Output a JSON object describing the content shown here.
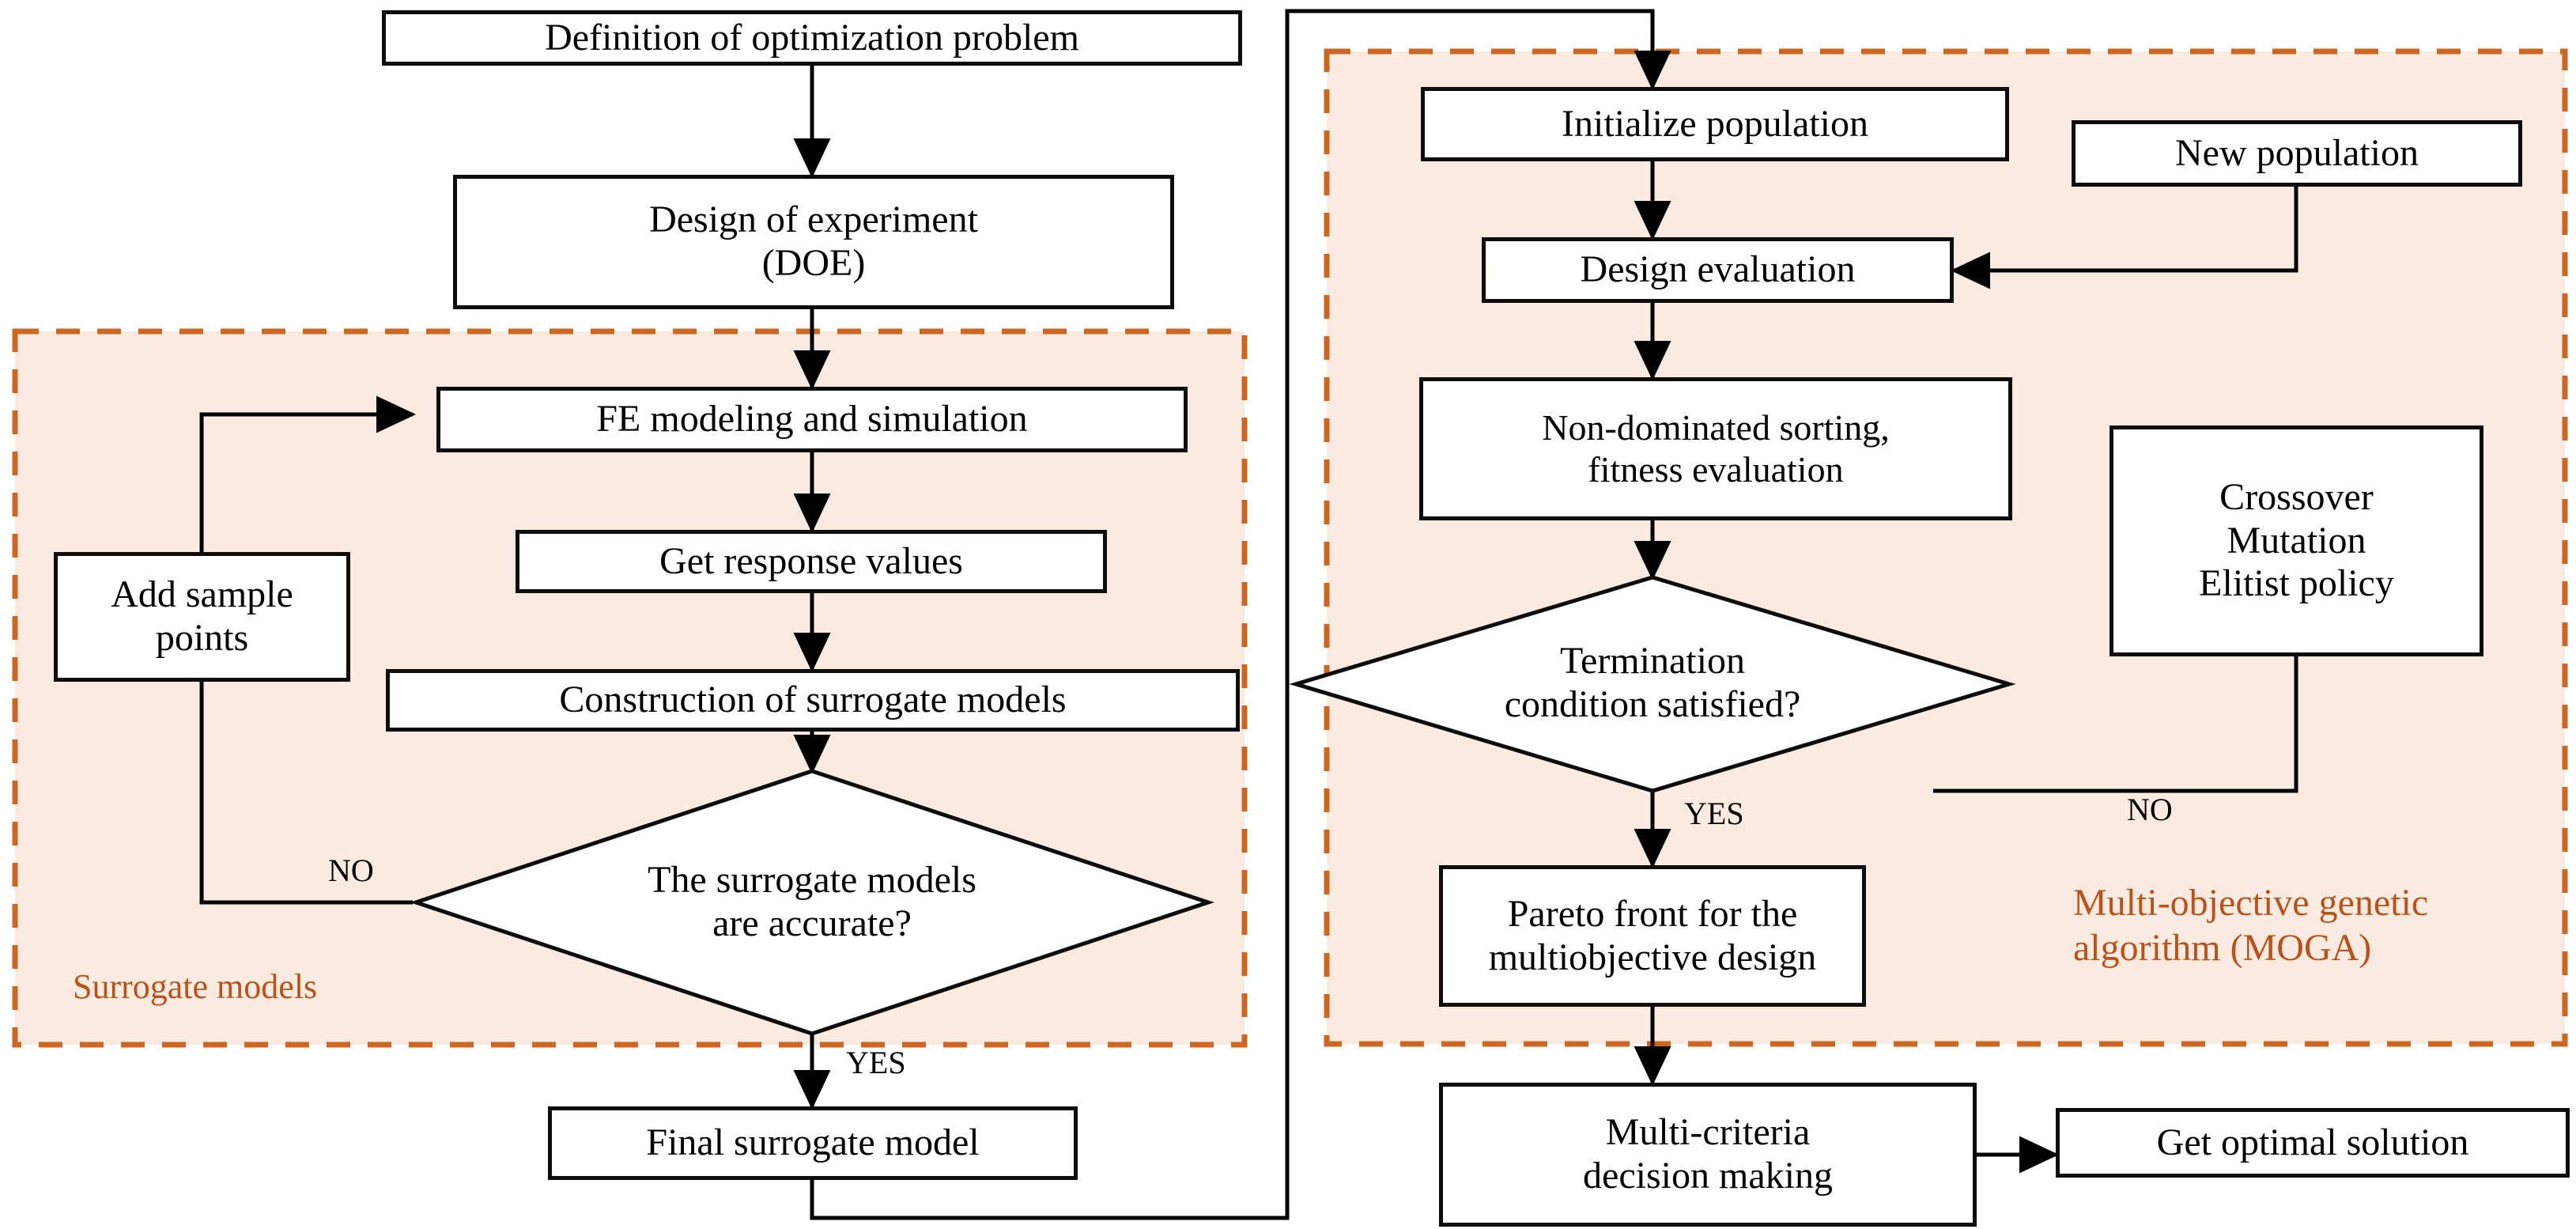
{
  "diagram": {
    "title": "Surrogate-model based multi-objective optimization flowchart",
    "type": "flowchart",
    "colors": {
      "group_border": "#CC6622",
      "group_fill": "#FBEAE0",
      "group_label_text": "#B8531C",
      "node_border": "#0D0D0D",
      "node_fill": "#FFFFFF",
      "connector": "#000000",
      "page_background": "#FFFFFF"
    }
  },
  "groups": [
    {
      "id": "surrogate",
      "label": "Surrogate models"
    },
    {
      "id": "moga",
      "label": "Multi-objective genetic\nalgorithm (MOGA)",
      "label_line1": "Multi-objective genetic",
      "label_line2": "algorithm (MOGA)"
    }
  ],
  "nodes": {
    "definition": {
      "label": "Definition of optimization problem",
      "shape": "rect"
    },
    "doe": {
      "label": "Design of experiment\n(DOE)",
      "line1": "Design of experiment",
      "line2": "(DOE)",
      "shape": "rect"
    },
    "fe": {
      "label": "FE modeling and simulation",
      "shape": "rect"
    },
    "response": {
      "label": "Get response values",
      "shape": "rect"
    },
    "construction": {
      "label": "Construction of surrogate models",
      "shape": "rect"
    },
    "addsample": {
      "label": "Add sample\npoints",
      "line1": "Add sample",
      "line2": "points",
      "shape": "rect"
    },
    "accurate": {
      "label": "The surrogate models\nare accurate?",
      "line1": "The surrogate models",
      "line2": "are accurate?",
      "shape": "diamond"
    },
    "finalmodel": {
      "label": "Final surrogate model",
      "shape": "rect"
    },
    "initpop": {
      "label": "Initialize population",
      "shape": "rect"
    },
    "designeval": {
      "label": "Design evaluation",
      "shape": "rect"
    },
    "nondom": {
      "label": "Non-dominated sorting,\nfitness evaluation",
      "line1": "Non-dominated sorting,",
      "line2": "fitness evaluation",
      "shape": "rect"
    },
    "newpop": {
      "label": "New population",
      "shape": "rect"
    },
    "crossover": {
      "label": "Crossover\nMutation\nElitist policy",
      "line1": "Crossover",
      "line2": "Mutation",
      "line3": "Elitist policy",
      "shape": "rect"
    },
    "termination": {
      "label": "Termination\ncondition satisfied?",
      "line1": "Termination",
      "line2": "condition satisfied?",
      "shape": "diamond"
    },
    "pareto": {
      "label": "Pareto front for the\nmultiobjective design",
      "line1": "Pareto front for the",
      "line2": "multiobjective design",
      "shape": "rect"
    },
    "mcdm": {
      "label": "Multi-criteria\ndecision making",
      "line1": "Multi-criteria",
      "line2": "decision making",
      "shape": "rect"
    },
    "optimal": {
      "label": "Get optimal solution",
      "shape": "rect"
    }
  },
  "edge_labels": {
    "accurate_no": "NO",
    "accurate_yes": "YES",
    "termination_no": "NO",
    "termination_yes": "YES"
  },
  "edges": [
    {
      "from": "definition",
      "to": "doe",
      "label": ""
    },
    {
      "from": "doe",
      "to": "fe",
      "label": ""
    },
    {
      "from": "fe",
      "to": "response",
      "label": ""
    },
    {
      "from": "response",
      "to": "construction",
      "label": ""
    },
    {
      "from": "construction",
      "to": "accurate",
      "label": ""
    },
    {
      "from": "accurate",
      "to": "addsample",
      "label": "NO"
    },
    {
      "from": "addsample",
      "to": "fe",
      "label": ""
    },
    {
      "from": "accurate",
      "to": "finalmodel",
      "label": "YES"
    },
    {
      "from": "finalmodel",
      "to": "initpop",
      "label": ""
    },
    {
      "from": "initpop",
      "to": "designeval",
      "label": ""
    },
    {
      "from": "designeval",
      "to": "nondom",
      "label": ""
    },
    {
      "from": "nondom",
      "to": "termination",
      "label": ""
    },
    {
      "from": "termination",
      "to": "crossover",
      "label": "NO"
    },
    {
      "from": "crossover",
      "to": "newpop",
      "label": ""
    },
    {
      "from": "newpop",
      "to": "designeval",
      "label": ""
    },
    {
      "from": "termination",
      "to": "pareto",
      "label": "YES"
    },
    {
      "from": "pareto",
      "to": "mcdm",
      "label": ""
    },
    {
      "from": "mcdm",
      "to": "optimal",
      "label": ""
    }
  ]
}
